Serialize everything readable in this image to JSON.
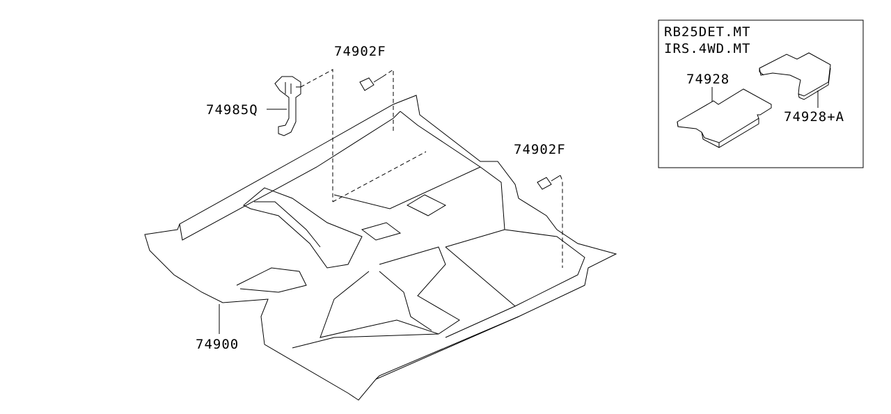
{
  "diagram": {
    "parts": [
      {
        "id": "clip_upper",
        "label": "74902F"
      },
      {
        "id": "bracket",
        "label": "74985Q"
      },
      {
        "id": "clip_right",
        "label": "74902F"
      },
      {
        "id": "floor_carpet",
        "label": "74900"
      }
    ],
    "inset": {
      "conditions": [
        "RB25DET.MT",
        "IRS.4WD.MT"
      ],
      "parts": [
        {
          "id": "pad",
          "label": "74928"
        },
        {
          "id": "pad_a",
          "label": "74928+A"
        }
      ]
    }
  }
}
